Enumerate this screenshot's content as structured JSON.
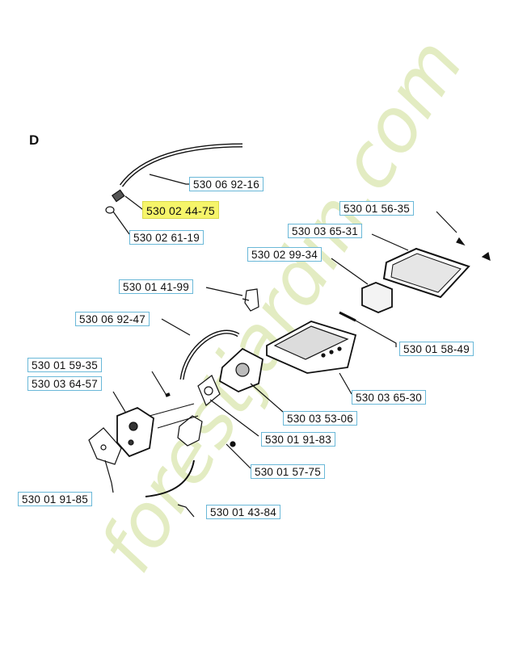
{
  "section_letter": "D",
  "watermark_text": "forestjardin.com",
  "colors": {
    "label_border": "#6ab8d8",
    "highlight": "#f6f56a",
    "watermark_green": "#dfe9b8",
    "watermark_tan": "#e8dfcf",
    "watermark_orange": "#f1c79a",
    "line": "#111111"
  },
  "parts": [
    {
      "id": "p1",
      "number": "530 06 92-16"
    },
    {
      "id": "p2",
      "number": "530 02 44-75",
      "highlighted": true
    },
    {
      "id": "p3",
      "number": "530 02 61-19"
    },
    {
      "id": "p4",
      "number": "530 01 56-35"
    },
    {
      "id": "p5",
      "number": "530 03 65-31"
    },
    {
      "id": "p6",
      "number": "530 02 99-34"
    },
    {
      "id": "p7",
      "number": "530 01 41-99"
    },
    {
      "id": "p8",
      "number": "530 06 92-47"
    },
    {
      "id": "p9",
      "number": "530 01 58-49"
    },
    {
      "id": "p10",
      "number": "530 01 59-35"
    },
    {
      "id": "p11",
      "number": "530 03 64-57"
    },
    {
      "id": "p12",
      "number": "530 03 65-30"
    },
    {
      "id": "p13",
      "number": "530 03 53-06"
    },
    {
      "id": "p14",
      "number": "530 01 91-83"
    },
    {
      "id": "p15",
      "number": "530 01 57-75"
    },
    {
      "id": "p16",
      "number": "530 01 91-85"
    },
    {
      "id": "p17",
      "number": "530 01 43-84"
    }
  ]
}
